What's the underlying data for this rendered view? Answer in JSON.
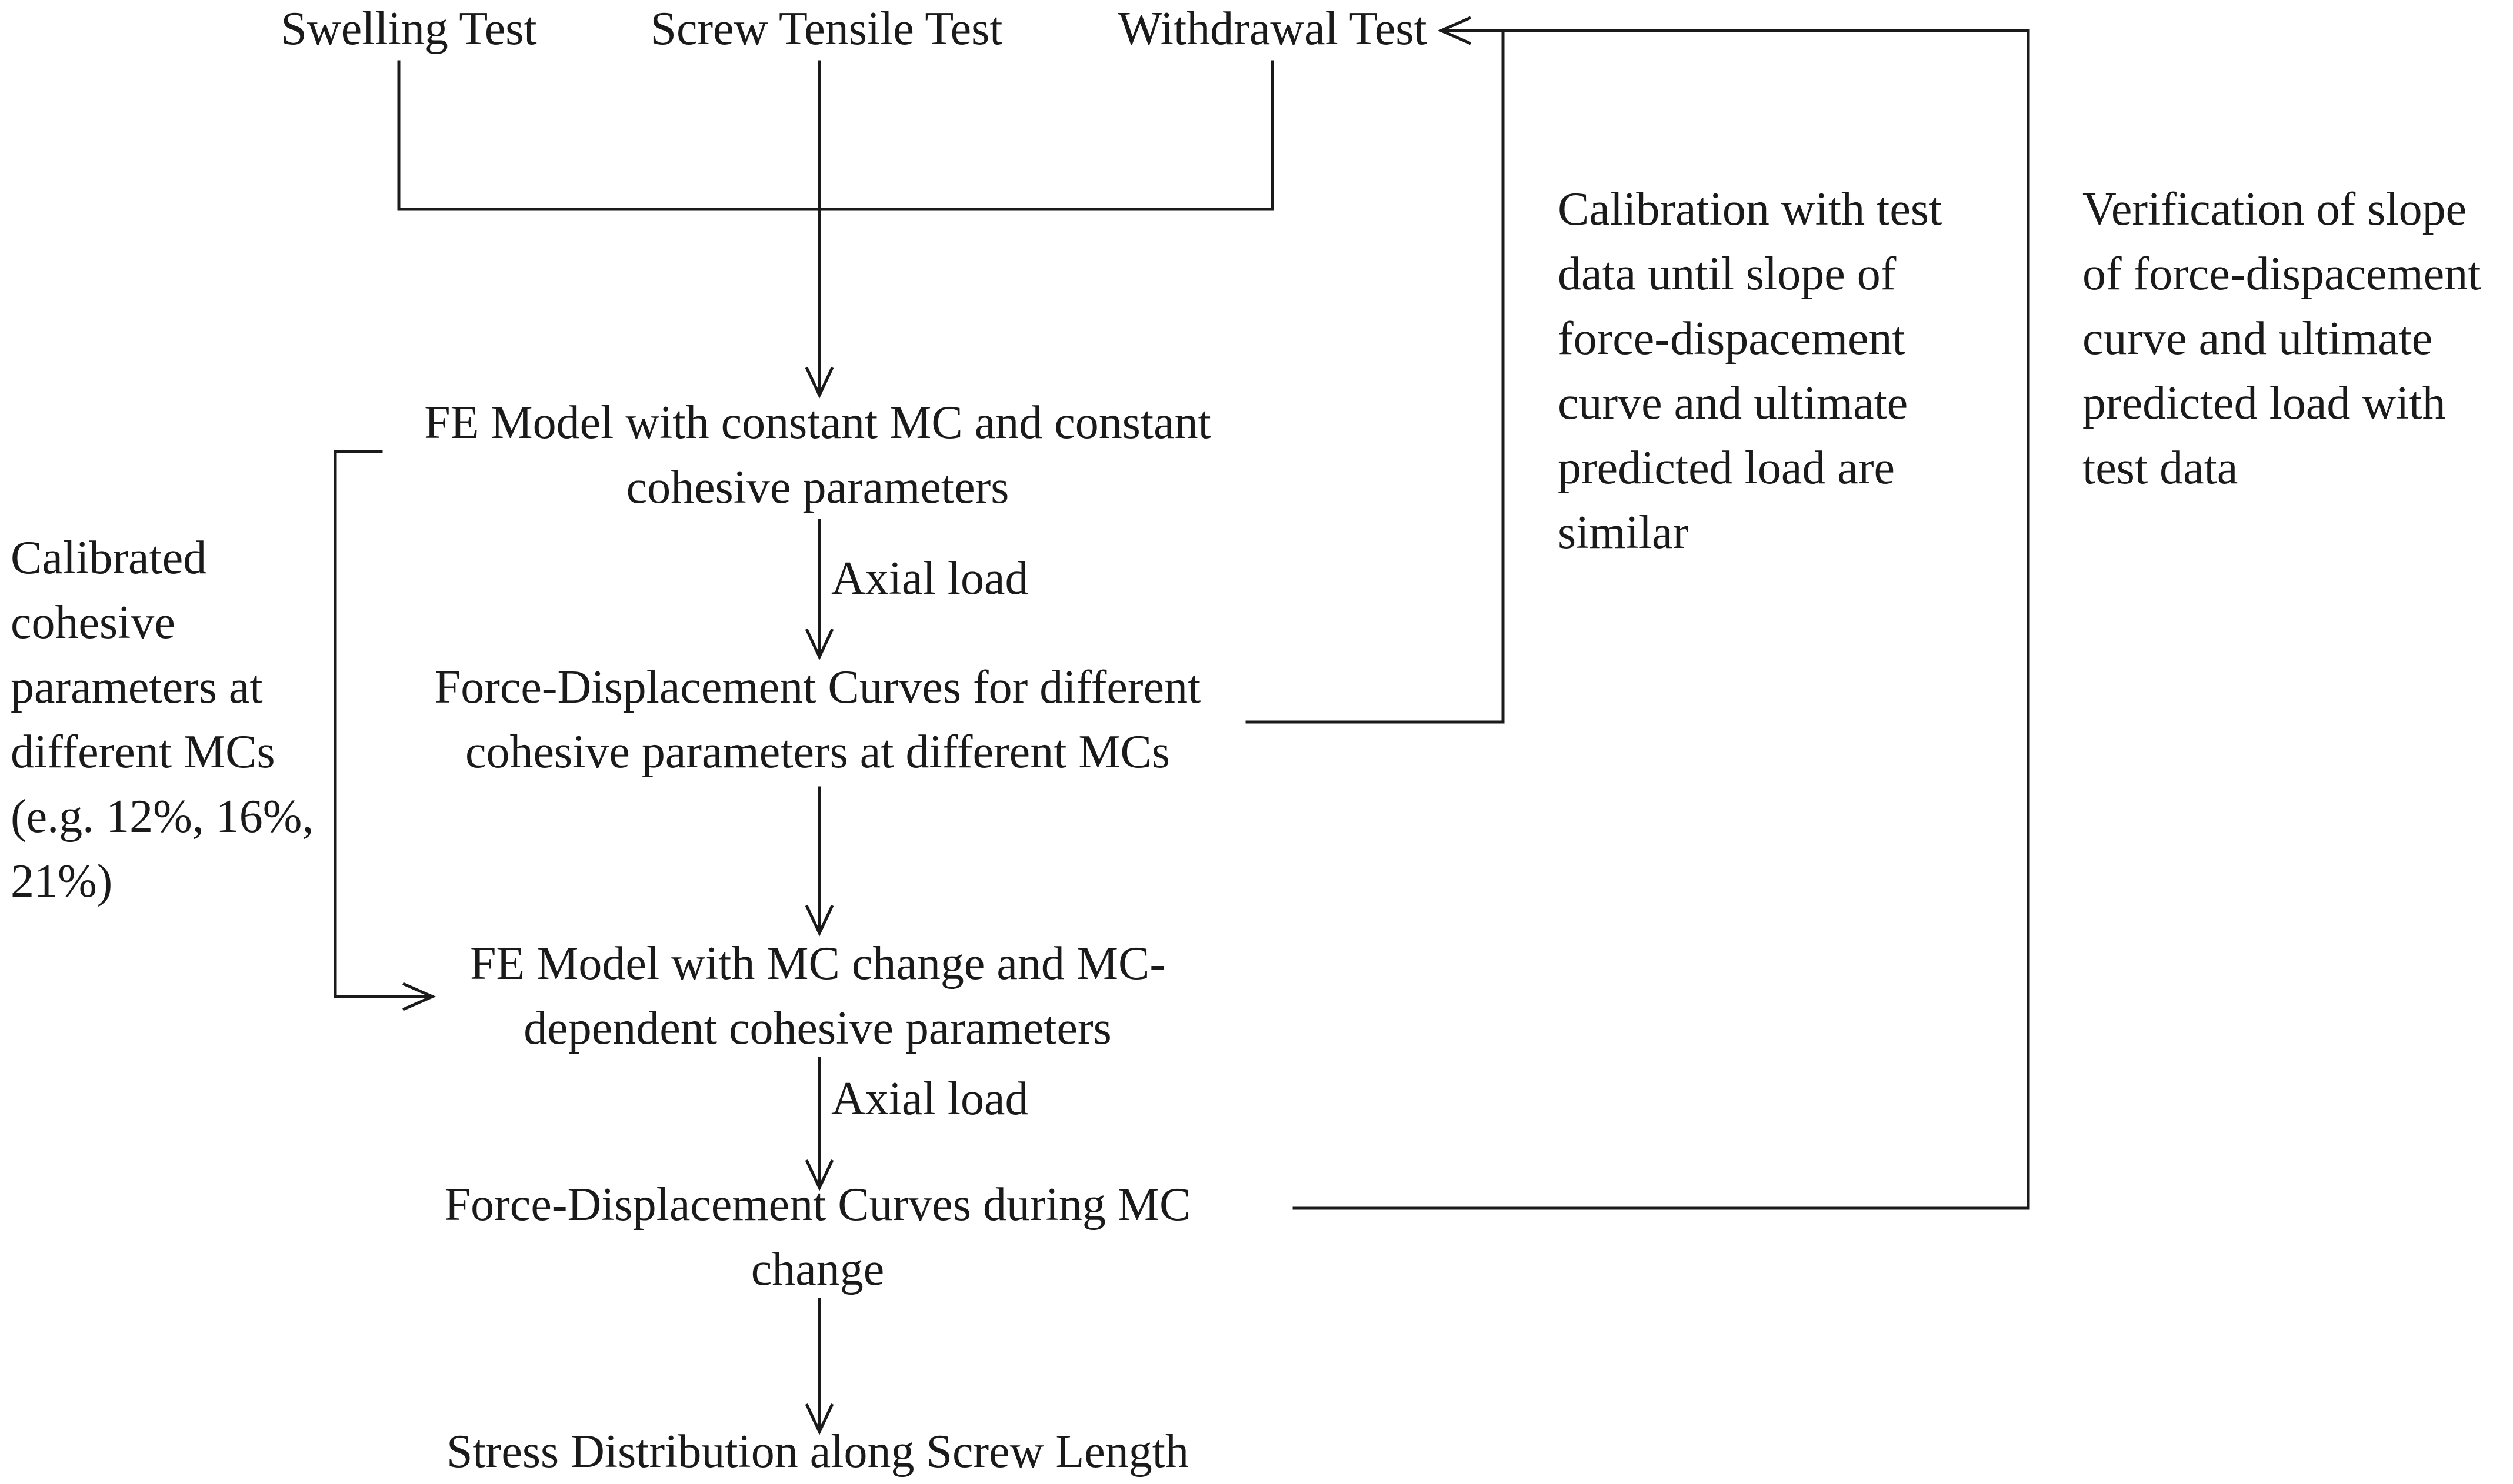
{
  "tests": {
    "swelling": "Swelling Test",
    "screw_tensile": "Screw Tensile Test",
    "withdrawal": "Withdrawal Test"
  },
  "boxes": {
    "fe_constant": [
      "FE Model with constant MC and constant",
      "cohesive parameters"
    ],
    "fd_curves_different": [
      "Force-Displacement Curves for different",
      "cohesive parameters at different MCs"
    ],
    "fe_mc_change": [
      "FE Model with MC change and MC-",
      "dependent cohesive parameters"
    ],
    "fd_curves_mc_change": [
      "Force-Displacement Curves during MC",
      "change"
    ],
    "stress_distribution": [
      "Stress Distribution along Screw Length"
    ]
  },
  "edge_labels": {
    "axial_load_1": "Axial load",
    "axial_load_2": "Axial load"
  },
  "side_notes": {
    "calibrated": [
      "Calibrated",
      "cohesive",
      "parameters at",
      "different MCs",
      "(e.g. 12%, 16%,",
      "21%)"
    ],
    "calibration": [
      "Calibration with test",
      "data until slope of",
      "force-dispacement",
      "curve and ultimate",
      "predicted load are",
      "similar"
    ],
    "verification": [
      "Verification of slope",
      "of force-dispacement",
      "curve and ultimate",
      "predicted load with",
      "test data"
    ]
  }
}
